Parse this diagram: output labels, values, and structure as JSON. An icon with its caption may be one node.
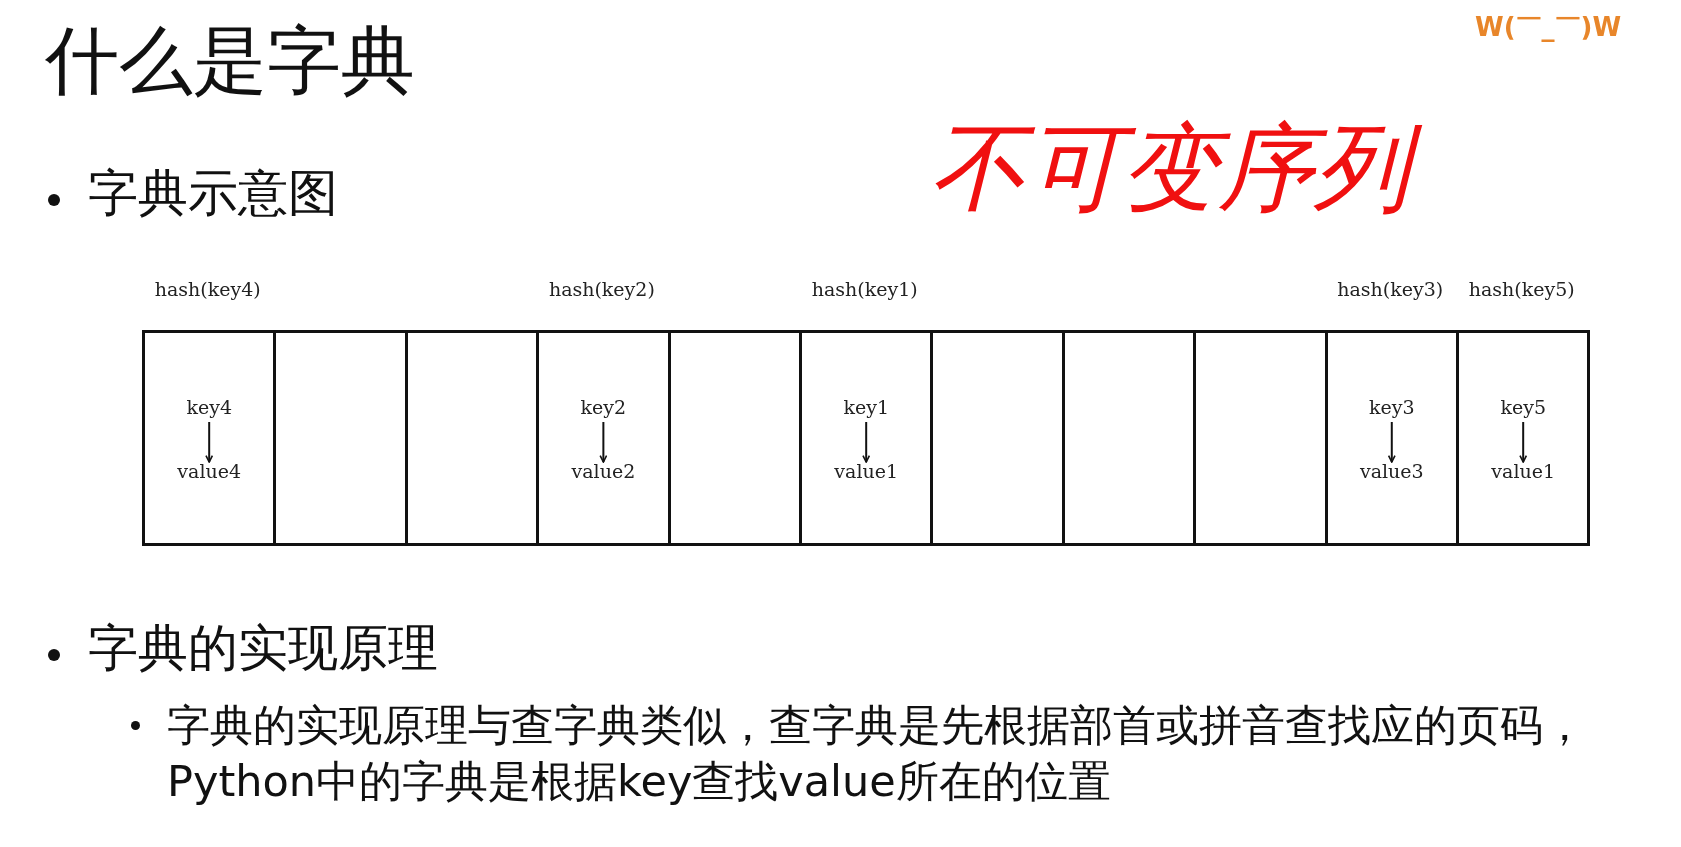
{
  "diagram": {
    "title": "什么是字典",
    "nodes": [
      {
        "text": [],
        "shape": "box",
        "beside": [
          "hash(key4)"
        ]
      },
      {
        "text": [
          "key4"
        ],
        "in": 0
      },
      {
        "text": [
          "value4"
        ],
        "in": 0
      },
      {
        "text": [],
        "shape": "box"
      },
      {
        "text": [],
        "shape": "box"
      },
      {
        "text": [],
        "shape": "box",
        "beside": [
          "hash(key2)"
        ]
      },
      {
        "text": [
          "key2"
        ],
        "in": 5
      },
      {
        "text": [
          "value2"
        ],
        "in": 5
      },
      {
        "text": [],
        "shape": "box"
      },
      {
        "text": [],
        "shape": "box",
        "beside": [
          "hash(key1)"
        ]
      },
      {
        "text": [
          "key1"
        ],
        "in": 9
      },
      {
        "text": [
          "value1"
        ],
        "in": 9
      },
      {
        "text": [],
        "shape": "box"
      },
      {
        "text": [],
        "shape": "box"
      },
      {
        "text": [],
        "shape": "box"
      },
      {
        "text": [],
        "shape": "box",
        "beside": [
          "hash(key3)"
        ]
      },
      {
        "text": [
          "key3"
        ],
        "in": 15
      },
      {
        "text": [
          "value3"
        ],
        "in": 15
      },
      {
        "text": [],
        "shape": "box",
        "beside": [
          "hash(key5)"
        ]
      },
      {
        "text": [
          "key5"
        ],
        "in": 18
      },
      {
        "text": [
          "value1"
        ],
        "in": 18
      }
    ],
    "edges": [
      {
        "from": 1,
        "to": 2,
        "arrow": "to"
      },
      {
        "from": 6,
        "to": 7,
        "arrow": "to"
      },
      {
        "from": 10,
        "to": 11,
        "arrow": "to"
      },
      {
        "from": 16,
        "to": 17,
        "arrow": "to"
      },
      {
        "from": 19,
        "to": 20,
        "arrow": "to"
      }
    ],
    "labels": [
      "W(￣_￣)W",
      "不可变序列",
      "字典示意图",
      "字典的实现原理",
      "字典的实现原理与查字典类似，查字典是先根据部首或拼音查找应的页码，Python中的字典是根据key查找value所在的位置"
    ]
  }
}
